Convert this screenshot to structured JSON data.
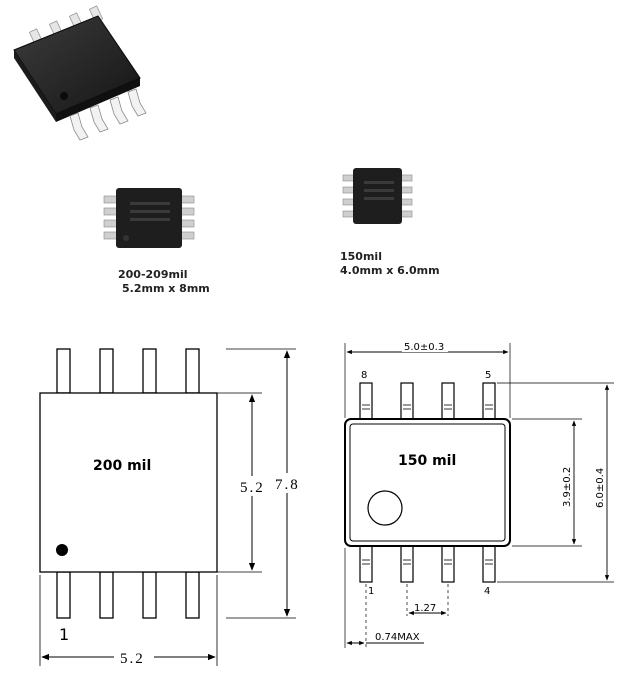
{
  "photos": {
    "large_caption": "",
    "chip200_line1": "200-209mil",
    "chip200_line2": "5.2mm x 8mm",
    "chip150_line1": "150mil",
    "chip150_line2": "4.0mm x 6.0mm"
  },
  "left_drawing": {
    "package_label": "200 mil",
    "pin1_label": "1",
    "dim_width": "5.2",
    "dim_body_height": "5.2",
    "dim_total_height": "7.8"
  },
  "right_drawing": {
    "package_label": "150 mil",
    "pin8_label": "8",
    "pin5_label": "5",
    "pin1_label": "1",
    "pin4_label": "4",
    "dim_width": "5.0±0.3",
    "dim_body_height": "3.9±0.2",
    "dim_total_height": "6.0±0.4",
    "dim_pitch": "1.27",
    "dim_lead": "0.74MAX"
  },
  "colors": {
    "chip_body": "#2a2a2a",
    "lead": "#d8d8d8",
    "line": "#000000"
  }
}
